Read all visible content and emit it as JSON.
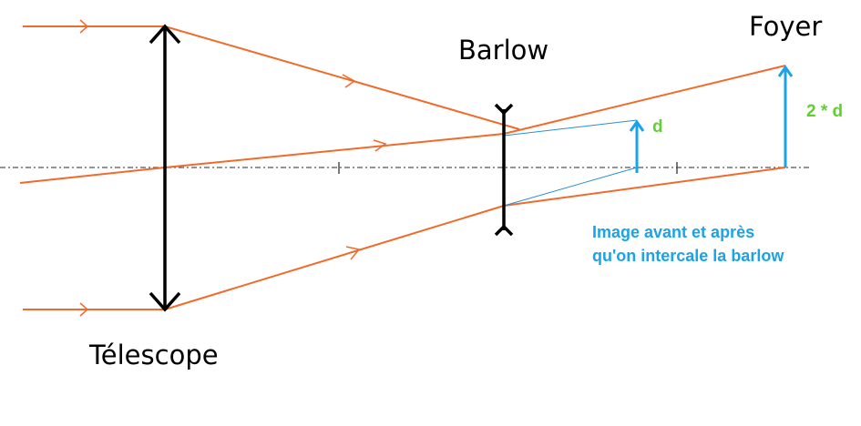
{
  "labels": {
    "telescope": "Télescope",
    "barlow": "Barlow",
    "focus": "Foyer",
    "image_small": "d",
    "image_large": "2 * d",
    "caption_line1": "Image avant et après",
    "caption_line2": "qu'on intercale la barlow"
  },
  "colors": {
    "ray": "#f06b2a",
    "image": "#1aa3e8",
    "thin_ray": "#2a8fd0",
    "lens": "#000000",
    "axis": "#555555",
    "size_label": "#5fd12e",
    "caption": "#1aa3e8"
  }
}
